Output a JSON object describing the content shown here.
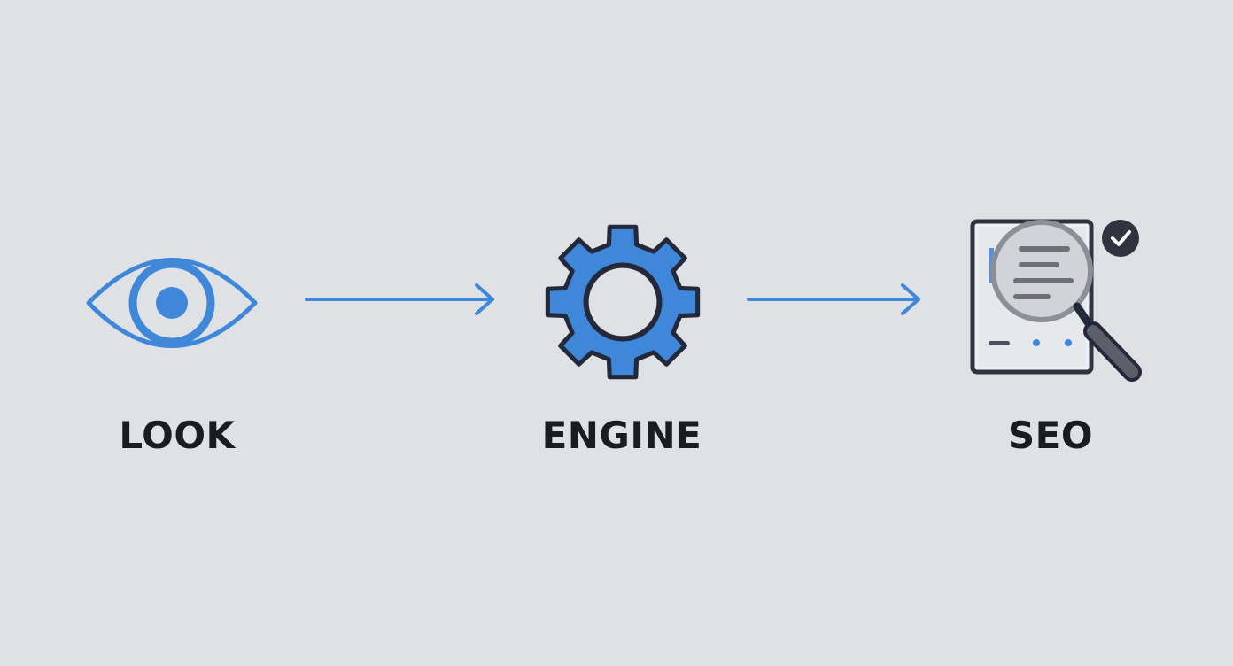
{
  "diagram": {
    "steps": [
      {
        "label": "LOOK",
        "icon": "eye-icon"
      },
      {
        "label": "ENGINE",
        "icon": "gear-icon"
      },
      {
        "label": "SEO",
        "icon": "document-search-icon"
      }
    ],
    "connectors": [
      "arrow-right-icon",
      "arrow-right-icon"
    ],
    "colors": {
      "background": "#dfe1e5",
      "accent": "#3f87d9",
      "outline": "#23283a",
      "text": "#1b1c20"
    }
  }
}
